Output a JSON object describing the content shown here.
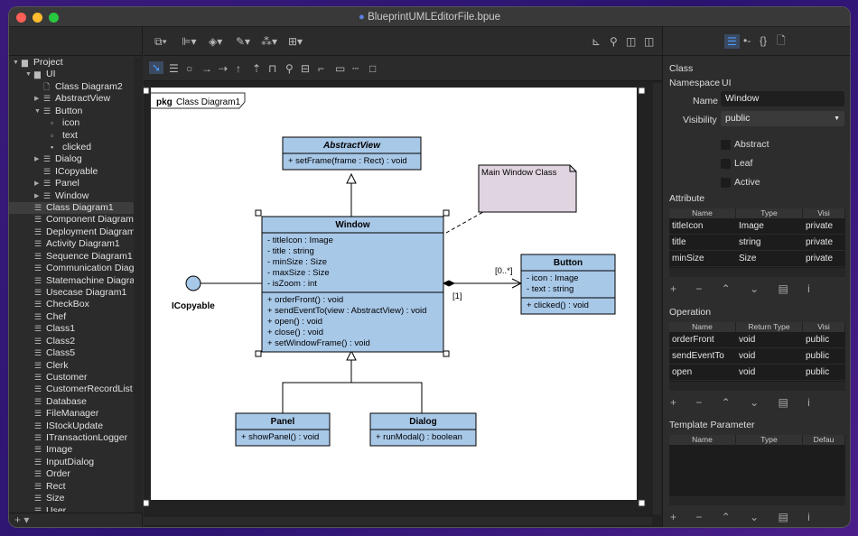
{
  "window": {
    "title": "BlueprintUMLEditorFile.bpue"
  },
  "tree": [
    {
      "label": "Project",
      "level": 0,
      "arrow": "down",
      "icon": "folder"
    },
    {
      "label": "UI",
      "level": 1,
      "arrow": "down",
      "icon": "folder"
    },
    {
      "label": "Class Diagram2",
      "level": 2,
      "icon": "doc"
    },
    {
      "label": "AbstractView",
      "level": 2,
      "arrow": "right",
      "icon": "class"
    },
    {
      "label": "Button",
      "level": 2,
      "arrow": "down",
      "icon": "class"
    },
    {
      "label": "icon",
      "level": 3,
      "icon": "attr"
    },
    {
      "label": "text",
      "level": 3,
      "icon": "attr"
    },
    {
      "label": "clicked",
      "level": 3,
      "icon": "op"
    },
    {
      "label": "Dialog",
      "level": 2,
      "arrow": "right",
      "icon": "class"
    },
    {
      "label": "ICopyable",
      "level": 2,
      "icon": "class"
    },
    {
      "label": "Panel",
      "level": 2,
      "arrow": "right",
      "icon": "class"
    },
    {
      "label": "Window",
      "level": 2,
      "arrow": "right",
      "icon": "class"
    },
    {
      "label": "Class Diagram1",
      "level": 1,
      "icon": "class",
      "selected": true
    },
    {
      "label": "Component Diagram1",
      "level": 1,
      "icon": "class"
    },
    {
      "label": "Deployment Diagram1",
      "level": 1,
      "icon": "class"
    },
    {
      "label": "Activity Diagram1",
      "level": 1,
      "icon": "class"
    },
    {
      "label": "Sequence Diagram1",
      "level": 1,
      "icon": "class"
    },
    {
      "label": "Communication Diag...",
      "level": 1,
      "icon": "class"
    },
    {
      "label": "Statemachine Diagra...",
      "level": 1,
      "icon": "class"
    },
    {
      "label": "Usecase Diagram1",
      "level": 1,
      "icon": "class"
    },
    {
      "label": "CheckBox",
      "level": 1,
      "icon": "class"
    },
    {
      "label": "Chef",
      "level": 1,
      "icon": "class"
    },
    {
      "label": "Class1",
      "level": 1,
      "icon": "class"
    },
    {
      "label": "Class2",
      "level": 1,
      "icon": "class"
    },
    {
      "label": "Class5",
      "level": 1,
      "icon": "class"
    },
    {
      "label": "Clerk",
      "level": 1,
      "icon": "class"
    },
    {
      "label": "Customer",
      "level": 1,
      "icon": "class"
    },
    {
      "label": "CustomerRecordList",
      "level": 1,
      "icon": "class"
    },
    {
      "label": "Database",
      "level": 1,
      "icon": "class"
    },
    {
      "label": "FileManager",
      "level": 1,
      "icon": "class"
    },
    {
      "label": "IStockUpdate",
      "level": 1,
      "icon": "class"
    },
    {
      "label": "ITransactionLogger",
      "level": 1,
      "icon": "class"
    },
    {
      "label": "Image",
      "level": 1,
      "icon": "class"
    },
    {
      "label": "InputDialog",
      "level": 1,
      "icon": "class"
    },
    {
      "label": "Order",
      "level": 1,
      "icon": "class"
    },
    {
      "label": "Rect",
      "level": 1,
      "icon": "class"
    },
    {
      "label": "Size",
      "level": 1,
      "icon": "class"
    },
    {
      "label": "User",
      "level": 1,
      "icon": "class"
    }
  ],
  "sidebar_footer": {
    "add": "+ ▾"
  },
  "diagram": {
    "frame_label": "pkg",
    "frame_name": "Class Diagram1",
    "abstract_view": {
      "name": "AbstractView",
      "ops": [
        "+ setFrame(frame : Rect) : void"
      ]
    },
    "window": {
      "name": "Window",
      "attrs": [
        "- titleIcon : Image",
        "- title : string",
        "- minSize : Size",
        "- maxSize : Size",
        "- isZoom : int"
      ],
      "ops": [
        "+ orderFront() : void",
        "+ sendEventTo(view : AbstractView) : void",
        "+ open() : void",
        "+ close() : void",
        "+ setWindowFrame() : void"
      ]
    },
    "button": {
      "name": "Button",
      "attrs": [
        "- icon : Image",
        "- text : string"
      ],
      "ops": [
        "+ clicked() : void"
      ]
    },
    "panel": {
      "name": "Panel",
      "ops": [
        "+ showPanel() : void"
      ]
    },
    "dialog": {
      "name": "Dialog",
      "ops": [
        "+ runModal() : boolean"
      ]
    },
    "note": "Main Window Class",
    "interface": "ICopyable",
    "mult_many": "[0..*]",
    "mult_one": "[1]",
    "class_fill": "#a8c8e8",
    "note_fill": "#e0d4e0"
  },
  "inspector": {
    "heading": "Class",
    "namespace_label": "Namespace",
    "namespace": "UI",
    "name_label": "Name",
    "name": "Window",
    "visibility_label": "Visibility",
    "visibility": "public",
    "abstract": "Abstract",
    "leaf": "Leaf",
    "active": "Active",
    "attribute": {
      "title": "Attribute",
      "cols": [
        "Name",
        "Type",
        "Visi"
      ],
      "rows": [
        [
          "titleIcon",
          "Image",
          "private"
        ],
        [
          "title",
          "string",
          "private"
        ],
        [
          "minSize",
          "Size",
          "private"
        ]
      ]
    },
    "operation": {
      "title": "Operation",
      "cols": [
        "Name",
        "Return Type",
        "Visi"
      ],
      "rows": [
        [
          "orderFront",
          "void",
          "public"
        ],
        [
          "sendEventTo",
          "void",
          "public"
        ],
        [
          "open",
          "void",
          "public"
        ]
      ]
    },
    "template": {
      "title": "Template Parameter",
      "cols": [
        "Name",
        "Type",
        "Defau"
      ],
      "rows": []
    },
    "tools": "+ − ⌃ ⌄ ▤ i"
  }
}
